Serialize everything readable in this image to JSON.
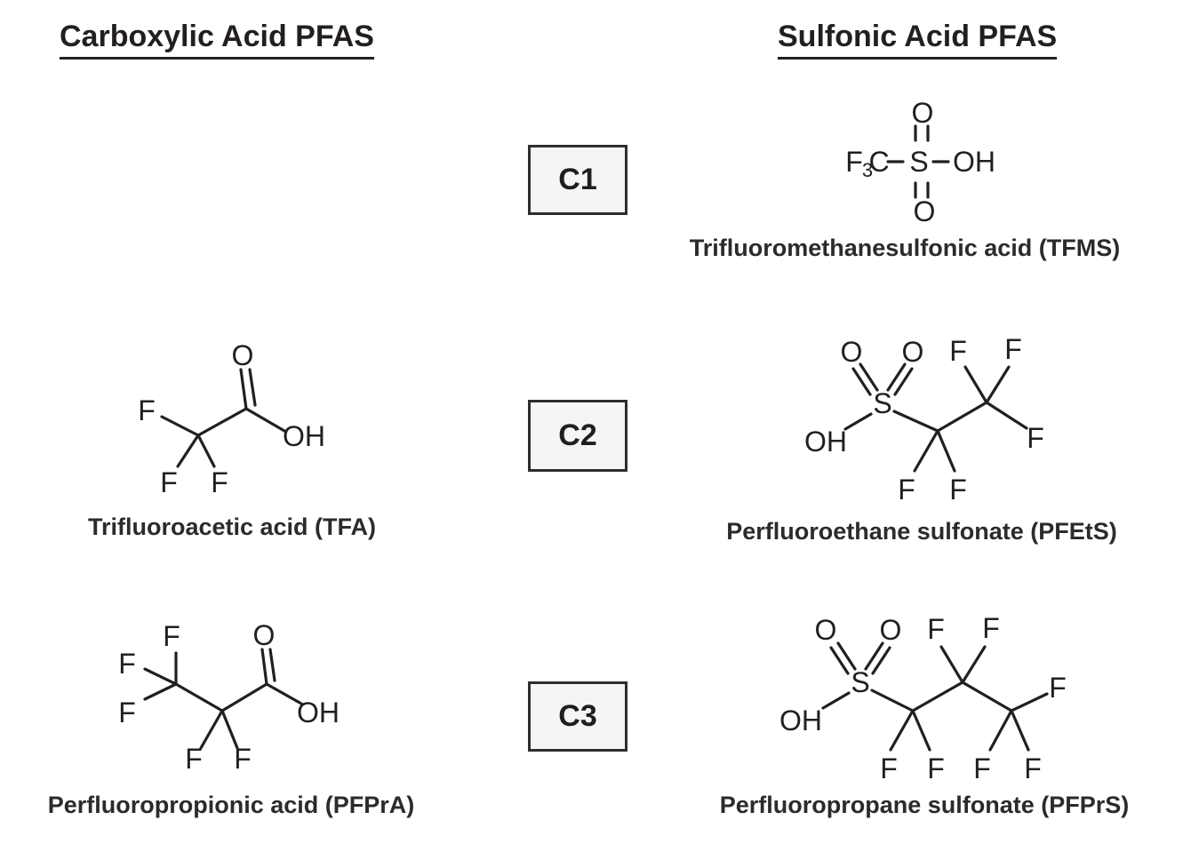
{
  "headers": {
    "left": "Carboxylic Acid PFAS",
    "right": "Sulfonic Acid PFAS"
  },
  "chain_boxes": [
    {
      "label": "C1"
    },
    {
      "label": "C2"
    },
    {
      "label": "C3"
    }
  ],
  "atom_labels": {
    "O": "O",
    "S": "S",
    "F": "F",
    "C": "C",
    "OH": "OH",
    "sub3": "3"
  },
  "molecules": {
    "tfms": {
      "caption": "Trifluoromethanesulfonic acid (TFMS)"
    },
    "tfa": {
      "caption": "Trifluoroacetic acid (TFA)"
    },
    "pfets": {
      "caption": "Perfluoroethane sulfonate (PFEtS)"
    },
    "pfpra": {
      "caption": "Perfluoropropionic acid (PFPrA)"
    },
    "pfprs": {
      "caption": "Perfluoropropane sulfonate (PFPrS)"
    }
  },
  "colors": {
    "ink": "#231f20",
    "box_fill": "#f5f5f4",
    "box_border": "#2e2e2e",
    "background": "#ffffff"
  }
}
